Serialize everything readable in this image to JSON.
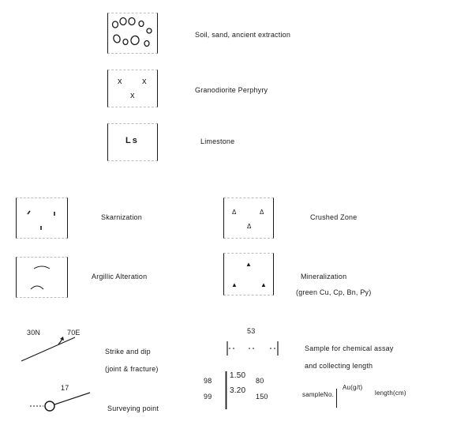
{
  "legend": {
    "soil": {
      "label": "Soil, sand, ancient extraction"
    },
    "granodiorite": {
      "label": "Granodiorite Perphyry",
      "symbol": "x"
    },
    "limestone": {
      "label": "Limestone",
      "symbol": "Ls"
    },
    "skarnization": {
      "label": "Skarnization"
    },
    "crushed": {
      "label": "Crushed Zone",
      "symbol": "Δ"
    },
    "argillic": {
      "label": "Argillic Alteration"
    },
    "mineralization": {
      "label": "Mineralization",
      "sublabel": "(green Cu, Cp, Bn, Py)",
      "symbol": "▲"
    },
    "strike": {
      "label": "Strike and dip",
      "sublabel": "(joint & fracture)",
      "annotation_left": "30N",
      "annotation_right": "70E"
    },
    "sample": {
      "label": "Sample for chemical assay",
      "sublabel": "and collecting length",
      "top_value": "53"
    },
    "survey": {
      "label": "Surveying point",
      "value": "17"
    },
    "assay_example": {
      "row1_no": "98",
      "row1_au": "1.50",
      "row1_len": "80",
      "row2_no": "99",
      "row2_au": "3.20",
      "row2_len": "150",
      "key_no": "sampleNo.",
      "key_au": "Au(g/t)",
      "key_len": "length(cm)"
    }
  }
}
